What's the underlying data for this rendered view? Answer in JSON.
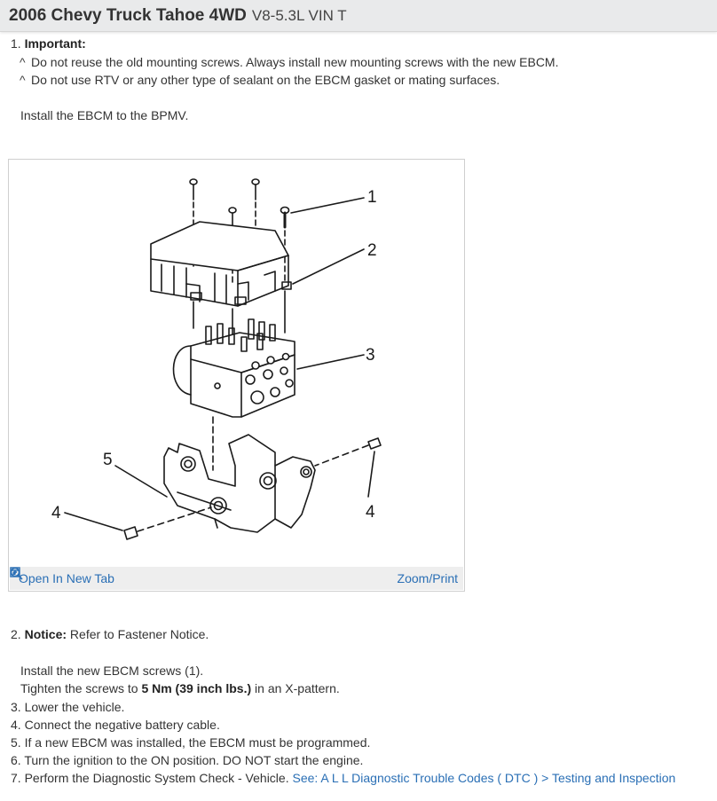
{
  "header": {
    "title_bold": "2006 Chevy Truck Tahoe 4WD",
    "title_engine": "V8-5.3L VIN T"
  },
  "step1": {
    "num": "1.",
    "label": "Important:",
    "bullets": [
      "Do not reuse the old mounting screws. Always install new mounting screws with the new EBCM.",
      "Do not use RTV or any other type of sealant on the EBCM gasket or mating surfaces."
    ],
    "bullet_glyph": "^",
    "text": "Install the EBCM to the BPMV."
  },
  "figure": {
    "callouts": [
      "1",
      "2",
      "3",
      "4",
      "5",
      "4"
    ],
    "open_tab_label": "Open In New Tab",
    "zoom_label": "Zoom/Print"
  },
  "step2": {
    "num": "2.",
    "label": "Notice:",
    "text": "Refer to Fastener Notice.",
    "line1": "Install the new EBCM screws (1).",
    "line2_pre": "Tighten the screws to ",
    "line2_bold": "5 Nm (39 inch lbs.)",
    "line2_post": " in an X-pattern."
  },
  "steps": [
    {
      "num": "3.",
      "text": "Lower the vehicle."
    },
    {
      "num": "4.",
      "text": "Connect the negative battery cable."
    },
    {
      "num": "5.",
      "text": "If a new EBCM was installed, the EBCM must be programmed."
    },
    {
      "num": "6.",
      "text": "Turn the ignition to the ON position. DO NOT start the engine."
    },
    {
      "num": "7.",
      "text": "Perform the Diagnostic System Check - Vehicle."
    }
  ],
  "step7_link": "See: A L L Diagnostic Trouble Codes ( DTC ) > Testing and Inspection",
  "colors": {
    "link": "#2a6fb5",
    "header_bg": "#e9eaeb",
    "figbar_bg": "#eeeeee"
  }
}
